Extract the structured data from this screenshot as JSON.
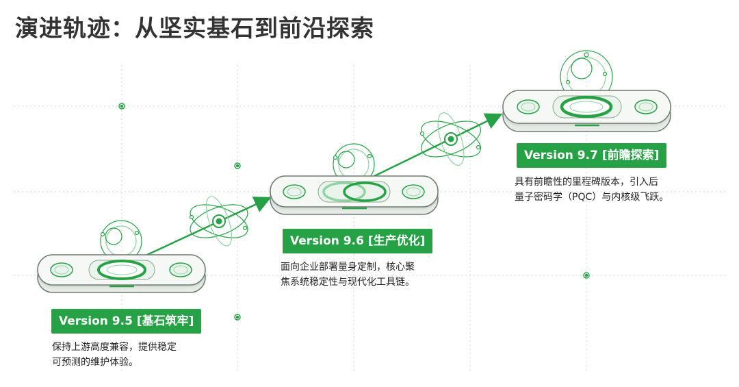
{
  "title": "演进轨迹：从坚实基石到前沿探索",
  "colors": {
    "green": "#27a145",
    "green_light": "#8fd3a0",
    "device_body": "#f3f5f3",
    "device_stroke": "#6f7a72",
    "title_text": "#333333"
  },
  "versions": [
    {
      "badge": "Version 9.5 [基石筑牢]",
      "desc_lines": [
        "保持上游高度兼容，提供稳定",
        "可预测的维护体验。"
      ]
    },
    {
      "badge": "Version 9.6 [生产优化]",
      "desc_lines": [
        "面向企业部署量身定制，核心聚",
        "焦系统稳定性与现代化工具链。"
      ]
    },
    {
      "badge": "Version 9.7 [前瞻探索]",
      "desc_lines": [
        "具有前瞻性的里程碑版本，引入后",
        "量子密码学（PQC）与内核级飞跃。"
      ]
    }
  ]
}
